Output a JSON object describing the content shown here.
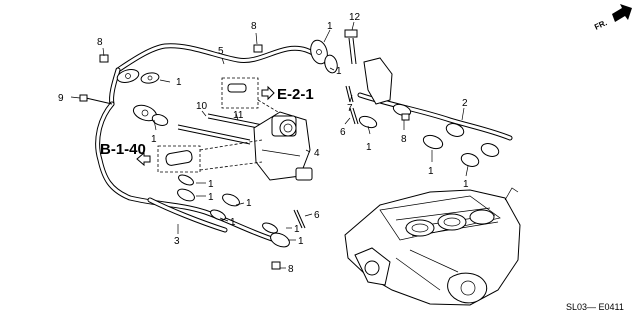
{
  "orientation_label": "FR.",
  "diagram_code": "SL03— E0411",
  "refs": {
    "e21": "E-2-1",
    "b140": "B-1-40"
  },
  "callouts": {
    "c1": "1",
    "c2": "1",
    "c3": "1",
    "c4": "1",
    "c5": "1",
    "c6": "1",
    "c7": "1",
    "c8": "1",
    "c9": "1",
    "c10": "1",
    "c11": "1",
    "c12": "1",
    "c13": "1",
    "n2": "2",
    "n3": "3",
    "n4": "4",
    "n5": "5",
    "n6a": "6",
    "n6b": "6",
    "n7": "7",
    "n8a": "8",
    "n8b": "8",
    "n8c": "8",
    "n8d": "8",
    "n9": "9",
    "n10": "10",
    "n11": "11",
    "n12": "12"
  }
}
